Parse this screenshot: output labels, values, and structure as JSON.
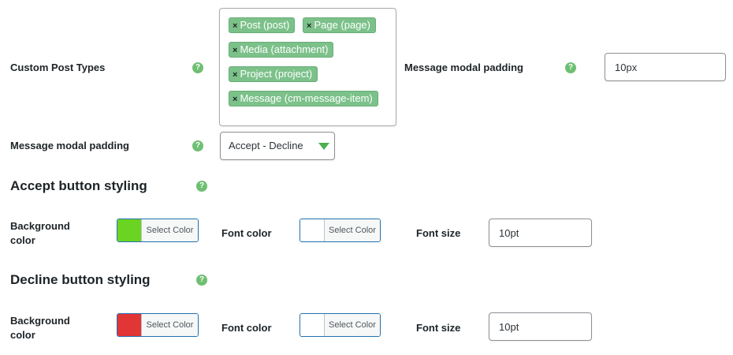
{
  "row1": {
    "label": "Custom Post Types",
    "tags": [
      {
        "label": "Post (post)"
      },
      {
        "label": "Page (page)"
      },
      {
        "label": "Media (attachment)"
      },
      {
        "label": "Project (project)"
      },
      {
        "label": "Message (cm-message-item)"
      }
    ],
    "remove_glyph": "×",
    "right_label": "Message modal padding",
    "right_value": "10px"
  },
  "row2": {
    "label": "Message modal padding",
    "select_value": "Accept - Decline"
  },
  "help_glyph": "?",
  "accept": {
    "heading": "Accept button styling",
    "bg_label": "Background color",
    "bg_color": "#6bd422",
    "bg_button": "Select Color",
    "font_label": "Font color",
    "font_color": "#ffffff",
    "font_button": "Select Color",
    "size_label": "Font size",
    "size_value": "10pt"
  },
  "decline": {
    "heading": "Decline button styling",
    "bg_label": "Background color",
    "bg_color": "#e23535",
    "bg_button": "Select Color",
    "font_label": "Font color",
    "font_color": "#ffffff",
    "font_button": "Select Color",
    "size_label": "Font size",
    "size_value": "10pt"
  },
  "colors": {
    "accent": "#2271b1",
    "help": "#6fbf73",
    "tag": "#7cc18a"
  },
  "icons": {
    "help": "help-icon",
    "remove": "close-icon",
    "dropdown": "chevron-down-icon"
  }
}
